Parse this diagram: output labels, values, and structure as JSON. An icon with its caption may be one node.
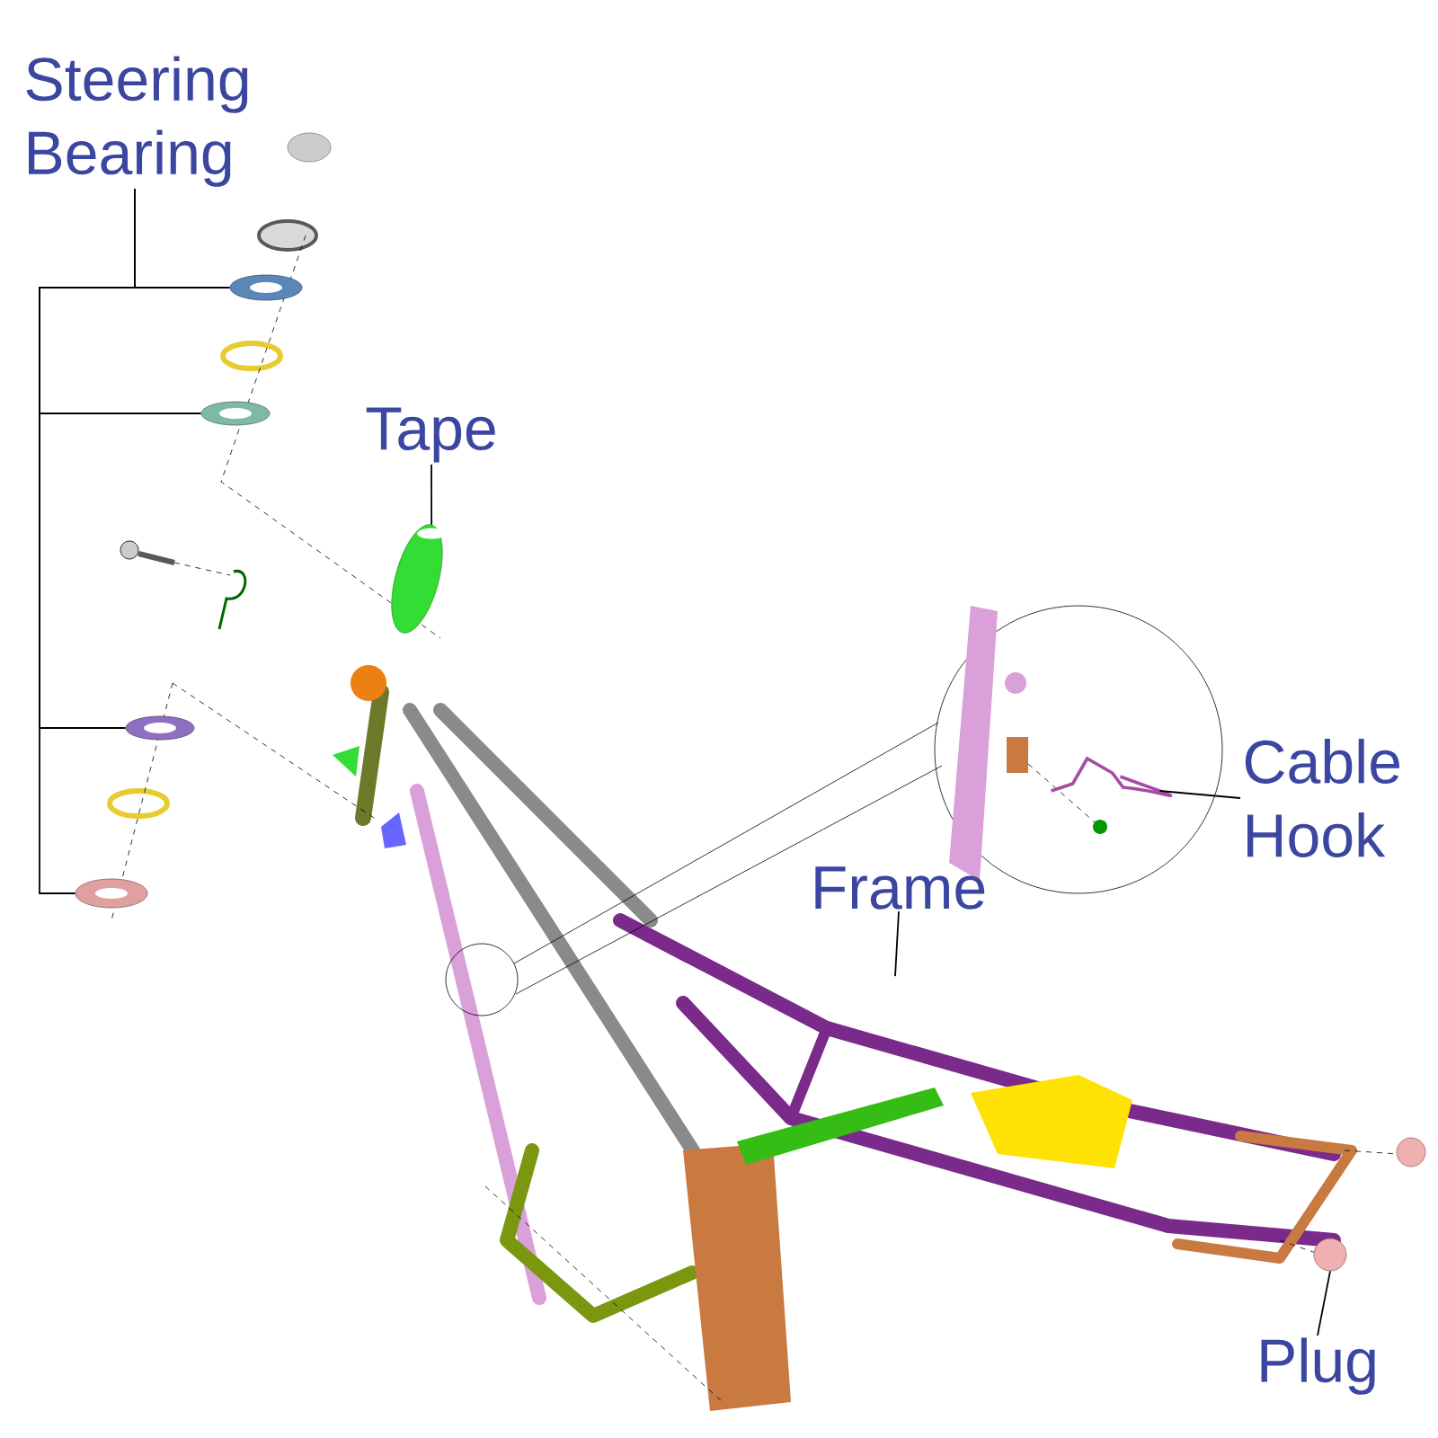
{
  "diagram": {
    "nodes": [
      {
        "text": [
          "Steering Bearing"
        ]
      },
      {
        "text": [],
        "shape": "picture"
      },
      {
        "text": [],
        "shape": "picture"
      },
      {
        "text": [],
        "shape": "picture"
      },
      {
        "text": [],
        "shape": "picture"
      },
      {
        "text": [
          "Tape"
        ]
      },
      {
        "text": [],
        "shape": "picture"
      },
      {
        "text": [
          "Frame"
        ]
      },
      {
        "text": [
          "Cable Hook"
        ]
      },
      {
        "text": [],
        "shape": "picture"
      },
      {
        "text": [
          "Plug"
        ]
      },
      {
        "text": [],
        "shape": "circle"
      }
    ],
    "edges": [
      {
        "from": 0,
        "to": 1,
        "arrow": "none"
      },
      {
        "from": 0,
        "to": 2,
        "arrow": "none"
      },
      {
        "from": 0,
        "to": 3,
        "arrow": "none"
      },
      {
        "from": 0,
        "to": 4,
        "arrow": "none"
      },
      {
        "from": 5,
        "to": 6,
        "arrow": "none"
      },
      {
        "from": 7,
        "to": null,
        "arrow": "none"
      },
      {
        "from": 8,
        "to": 9,
        "arrow": "none"
      },
      {
        "from": 10,
        "to": 11,
        "arrow": "none"
      }
    ]
  }
}
